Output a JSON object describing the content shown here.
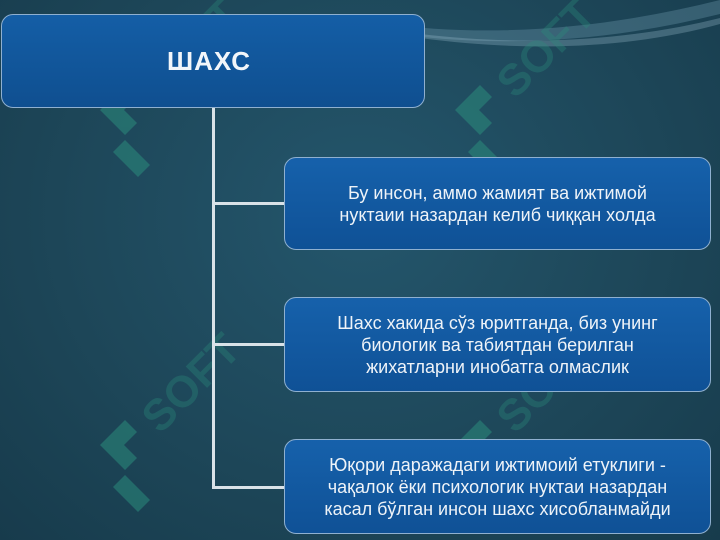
{
  "title": "ШАХС",
  "items": [
    {
      "text": "Бу инсон, аммо жамият ва ижтимой\nнуктаии назардан келиб чиққан холда"
    },
    {
      "text": "Шахс хакида сўз юритганда, биз унинг\nбиологик  ва табиятдан берилган\nжихатларни инобатга олмаслик"
    },
    {
      "text": "Юқори даражадаги ижтимоий етуклиги -\nчақалок ёки психологик нуктаи назардан\nкасал бўлган инсон шахс хисобланмайди"
    }
  ],
  "colors": {
    "background": "#1e4a5e",
    "box": "#1259a0",
    "connector": "#d9e2e8",
    "text": "#eef3f8"
  },
  "watermark_text": "SOFT"
}
